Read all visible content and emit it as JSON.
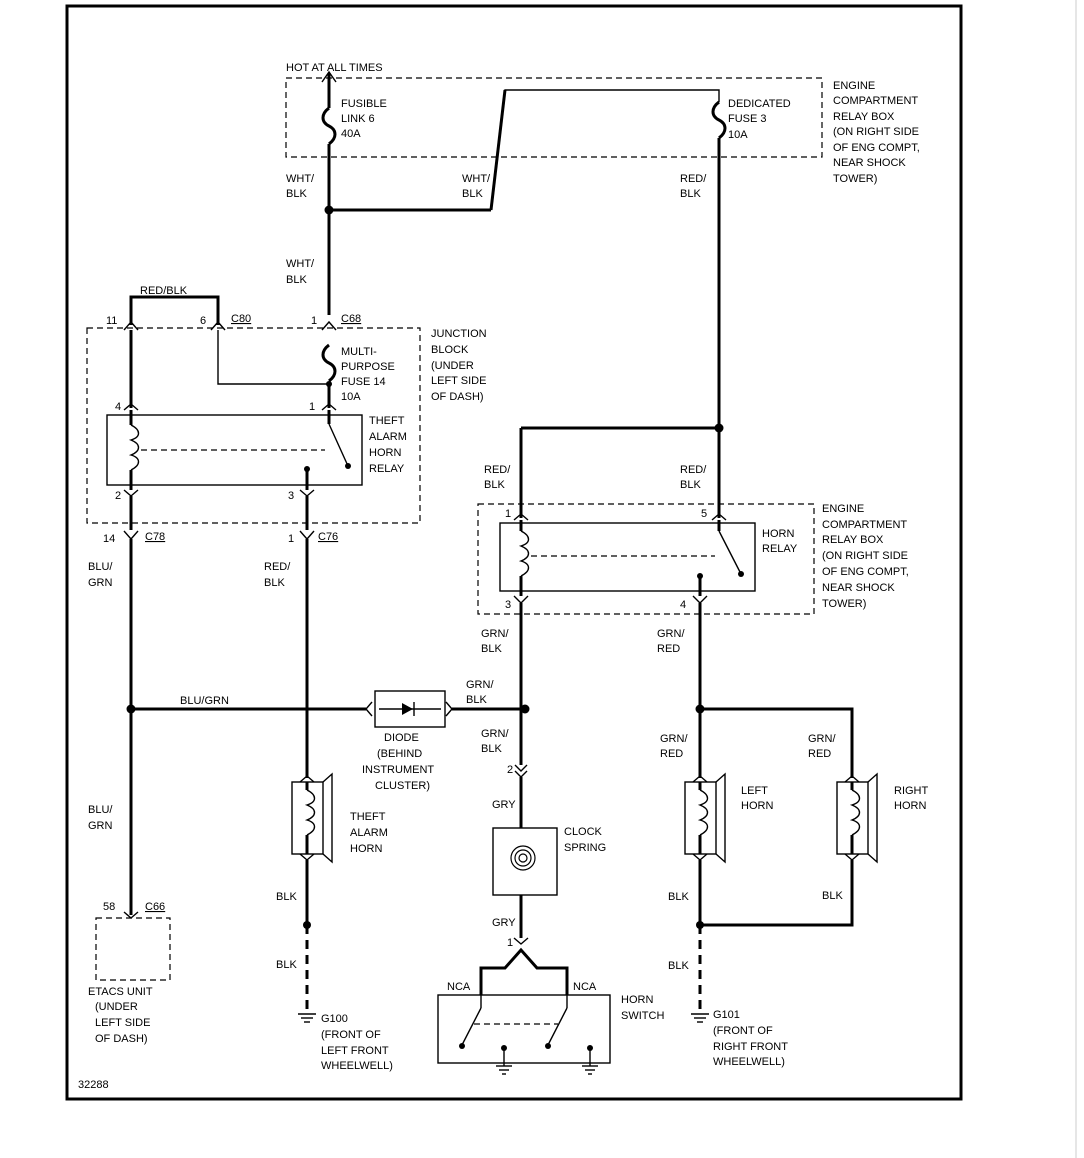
{
  "figure_id": "32288",
  "labels": {
    "hot": "HOT AT ALL TIMES",
    "fusible_1": "FUSIBLE",
    "fusible_2": "LINK 6",
    "fusible_3": "40A",
    "dedicated_1": "DEDICATED",
    "dedicated_2": "FUSE 3",
    "dedicated_3": "10A",
    "ecrb1_1": "ENGINE",
    "ecrb1_2": "COMPARTMENT",
    "ecrb1_3": "RELAY BOX",
    "ecrb1_4": "(ON RIGHT SIDE",
    "ecrb1_5": "OF ENG COMPT,",
    "ecrb1_6": "NEAR SHOCK",
    "ecrb1_7": "TOWER)",
    "w_whtblk_a1": "WHT/",
    "w_whtblk_a2": "BLK",
    "w_whtblk_b1": "WHT/",
    "w_whtblk_b2": "BLK",
    "w_redblk_a1": "RED/",
    "w_redblk_a2": "BLK",
    "w_whtblk_c1": "WHT/",
    "w_whtblk_c2": "BLK",
    "w_redblk_top": "RED/BLK",
    "pin_11": "11",
    "pin_6": "6",
    "c80": "C80",
    "pin_1a": "1",
    "c68": "C68",
    "jb_1": "JUNCTION",
    "jb_2": "BLOCK",
    "jb_3": "(UNDER",
    "jb_4": "LEFT SIDE",
    "jb_5": "OF DASH)",
    "mp_1": "MULTI-",
    "mp_2": "PURPOSE",
    "mp_3": "FUSE 14",
    "mp_4": "10A",
    "pin_4": "4",
    "pin_1b": "1",
    "tahr_1": "THEFT",
    "tahr_2": "ALARM",
    "tahr_3": "HORN",
    "tahr_4": "RELAY",
    "pin_2": "2",
    "pin_3": "3",
    "pin_14": "14",
    "c78": "C78",
    "pin_1c": "1",
    "c76": "C76",
    "w_blugrn_1": "BLU/",
    "w_blugrn_2": "GRN",
    "w_redblk_b1": "RED/",
    "w_redblk_b2": "BLK",
    "w_redblk_c1": "RED/",
    "w_redblk_c2": "BLK",
    "w_redblk_d1": "RED/",
    "w_redblk_d2": "BLK",
    "ecrb2_1": "ENGINE",
    "ecrb2_2": "COMPARTMENT",
    "ecrb2_3": "RELAY BOX",
    "ecrb2_4": "(ON RIGHT SIDE",
    "ecrb2_5": "OF ENG COMPT,",
    "ecrb2_6": "NEAR SHOCK",
    "ecrb2_7": "TOWER)",
    "hr_pin1": "1",
    "hr_pin5": "5",
    "hr_1": "HORN",
    "hr_2": "RELAY",
    "hr_pin3": "3",
    "hr_pin4": "4",
    "w_grnblk_a1": "GRN/",
    "w_grnblk_a2": "BLK",
    "w_grnred_a1": "GRN/",
    "w_grnred_a2": "RED",
    "w_blugrn_h": "BLU/GRN",
    "w_grnblk_b1": "GRN/",
    "w_grnblk_b2": "BLK",
    "w_grnblk_c1": "GRN/",
    "w_grnblk_c2": "BLK",
    "diode_1": "DIODE",
    "diode_2": "(BEHIND",
    "diode_3": "INSTRUMENT",
    "diode_4": "CLUSTER)",
    "w_grnred_b1": "GRN/",
    "w_grnred_b2": "RED",
    "w_grnred_c1": "GRN/",
    "w_grnred_c2": "RED",
    "w_blugrn_3": "BLU/",
    "w_blugrn_4": "GRN",
    "tah_1": "THEFT",
    "tah_2": "ALARM",
    "tah_3": "HORN",
    "pin_2b": "2",
    "w_gry_a": "GRY",
    "cs_1": "CLOCK",
    "cs_2": "SPRING",
    "lh_1": "LEFT",
    "lh_2": "HORN",
    "rh_1": "RIGHT",
    "rh_2": "HORN",
    "w_blk_a": "BLK",
    "w_blk_b": "BLK",
    "w_blk_c": "BLK",
    "w_gry_b": "GRY",
    "pin_58": "58",
    "c66": "C66",
    "pin_1d": "1",
    "etacs_1": "ETACS UNIT",
    "etacs_2": "(UNDER",
    "etacs_3": "LEFT SIDE",
    "etacs_4": "OF DASH)",
    "w_blk_d": "BLK",
    "w_blk_e": "BLK",
    "nca_1": "NCA",
    "nca_2": "NCA",
    "hs_1": "HORN",
    "hs_2": "SWITCH",
    "g100": "G100",
    "g100_1": "(FRONT OF",
    "g100_2": "LEFT FRONT",
    "g100_3": "WHEELWELL)",
    "g101": "G101",
    "g101_1": "(FRONT OF",
    "g101_2": "RIGHT FRONT",
    "g101_3": "WHEELWELL)"
  }
}
